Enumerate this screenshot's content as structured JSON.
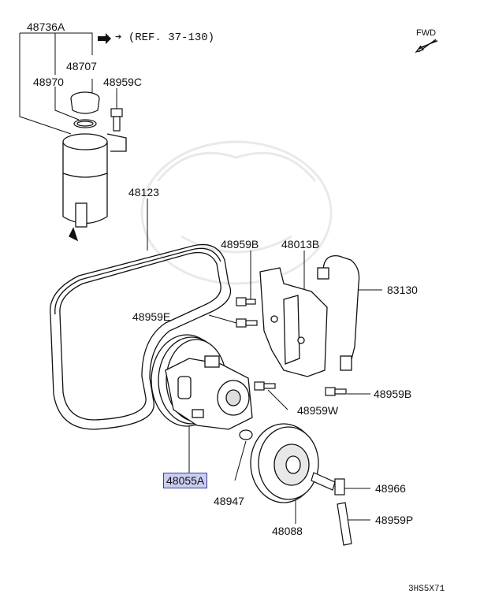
{
  "diagram": {
    "ref_note": "➔ (REF. 37-130)",
    "fwd": "FWD",
    "code": "3HS5X71",
    "highlight_color": "#c9cdf0",
    "parts": {
      "p48736A": "48736A",
      "p48707": "48707",
      "p48970": "48970",
      "p48959C": "48959C",
      "p48123": "48123",
      "p48959B_top": "48959B",
      "p48013B": "48013B",
      "p83130": "83130",
      "p48959E": "48959E",
      "p48959B_right": "48959B",
      "p48959W": "48959W",
      "p48055A": "48055A",
      "p48947": "48947",
      "p48966": "48966",
      "p48088": "48088",
      "p48959P": "48959P"
    }
  }
}
